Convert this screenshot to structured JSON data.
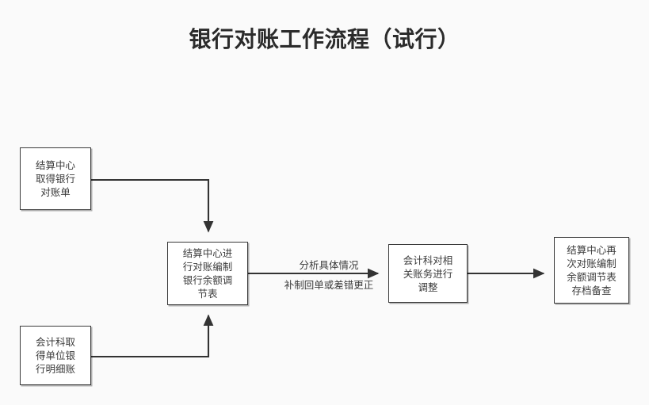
{
  "page": {
    "title": "银行对账工作流程（试行）",
    "background_color": "#fafafa",
    "line_color": "#333333",
    "text_color": "#3b3b3b",
    "node_border_color": "#3a3a3a",
    "node_fill_color": "#ffffff"
  },
  "nodes": [
    {
      "id": "bank-statement",
      "text": "结算中心\n取得银行\n对账单",
      "lines": [
        "结算中心",
        "取得银行",
        "对账单"
      ]
    },
    {
      "id": "ledger-detail",
      "text": "会计科取\n得单位银\n行明细账",
      "lines": [
        "会计科取",
        "得单位银",
        "行明细账"
      ]
    },
    {
      "id": "reconcile-table",
      "text": "结算中心进\n行对账编制\n银行余额调\n节表",
      "lines": [
        "结算中心进",
        "行对账编制",
        "银行余额调",
        "节表"
      ]
    },
    {
      "id": "adjust-accounts",
      "text": "会计科对相\n关账务进行\n调整",
      "lines": [
        "会计科对相",
        "关账务进行",
        "调整"
      ]
    },
    {
      "id": "archive-review",
      "text": "结算中心再\n次对账编制\n余额调节表\n存档备查",
      "lines": [
        "结算中心再",
        "次对账编制",
        "余额调节表",
        "存档备查"
      ]
    }
  ],
  "edge_labels": {
    "analyze": "分析具体情况",
    "correct": "补制回单或差错更正"
  },
  "connectors": [
    {
      "id": "statement-to-reconcile",
      "from": "bank-statement",
      "to": "reconcile-table",
      "arrow": "down"
    },
    {
      "id": "ledger-to-reconcile",
      "from": "ledger-detail",
      "to": "reconcile-table",
      "arrow": "up"
    },
    {
      "id": "reconcile-to-adjust",
      "from": "reconcile-table",
      "to": "adjust-accounts",
      "arrow": "right"
    },
    {
      "id": "adjust-to-archive",
      "from": "adjust-accounts",
      "to": "archive-review",
      "arrow": "right"
    }
  ]
}
